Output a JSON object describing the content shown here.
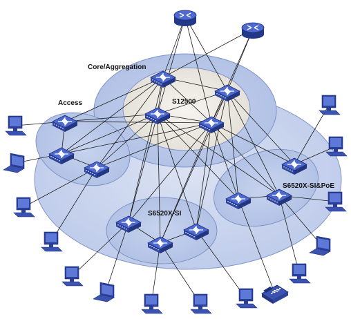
{
  "zones": {
    "core_aggregation": "Core/Aggregation",
    "core_model": "S12500",
    "access": "Access",
    "access_model_bottom": "S6520X-SI",
    "access_model_right": "S6520X-SI&PoE"
  },
  "colors": {
    "outer_zone": "#c9d3ea",
    "inner_zone": "#b8c7e6",
    "core_zone": "#ece9e3",
    "device_blue": "#3b55b8",
    "device_top": "#4e6ad0",
    "link": "#1a1a1a"
  },
  "icons": {
    "router": "router-icon",
    "switch": "switch-icon",
    "pc": "desktop-pc-icon",
    "laptop": "laptop-icon",
    "ip_phone": "ip-phone-icon"
  }
}
